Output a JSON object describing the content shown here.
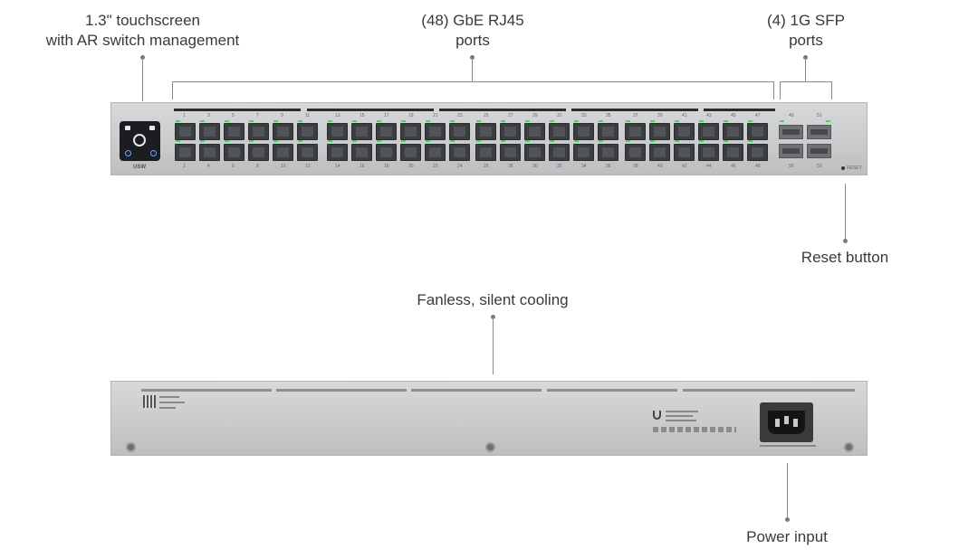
{
  "callouts": {
    "touchscreen_line1": "1.3\" touchscreen",
    "touchscreen_line2": "with AR switch management",
    "rj45_line1": "(48) GbE RJ45",
    "rj45_line2": "ports",
    "sfp_line1": "(4) 1G SFP",
    "sfp_line2": "ports",
    "reset": "Reset button",
    "cooling": "Fanless, silent cooling",
    "power": "Power input"
  },
  "device": {
    "front_model_label": "USW",
    "top_port_numbers": [
      "1",
      "3",
      "5",
      "7",
      "9",
      "11",
      "13",
      "15",
      "17",
      "19",
      "21",
      "23",
      "25",
      "27",
      "29",
      "31",
      "33",
      "35",
      "37",
      "39",
      "41",
      "43",
      "45",
      "47"
    ],
    "bottom_port_numbers": [
      "2",
      "4",
      "6",
      "8",
      "10",
      "12",
      "14",
      "16",
      "18",
      "20",
      "22",
      "24",
      "26",
      "28",
      "30",
      "32",
      "34",
      "36",
      "38",
      "40",
      "42",
      "44",
      "46",
      "48"
    ],
    "sfp_top_numbers": [
      "49",
      "51"
    ],
    "sfp_bottom_numbers": [
      "50",
      "52"
    ],
    "reset_label": "RESET",
    "led_color": "#37e05a"
  }
}
